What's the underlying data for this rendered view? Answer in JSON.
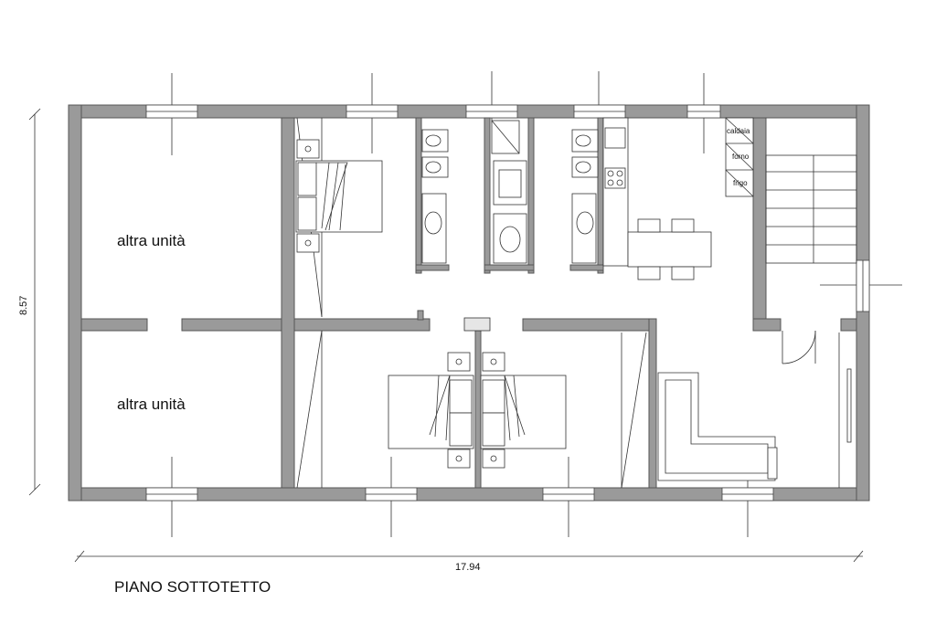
{
  "plan": {
    "title": "PIANO SOTTOTETTO",
    "rooms": {
      "unit_top": "altra unità",
      "unit_bottom": "altra unità"
    },
    "appliances": {
      "boiler": "caldaia",
      "oven": "forno",
      "fridge": "frigo"
    },
    "dimensions": {
      "width": "17.94",
      "height": "8.57"
    }
  }
}
